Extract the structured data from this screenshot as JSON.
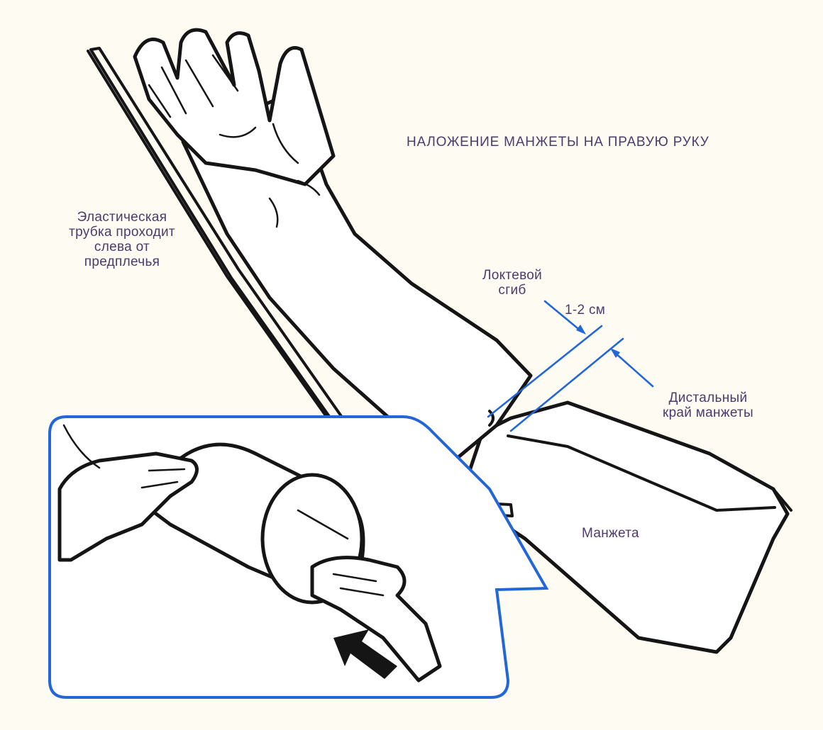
{
  "labels": {
    "title": "НАЛОЖЕНИЕ МАНЖЕТЫ НА ПРАВУЮ РУКУ",
    "tube": "Эластическая\nтрубка проходит\nслева от\nпредплечья",
    "elbow_bend": "Локтевой\nсгиб",
    "gap": "1-2 см",
    "distal_edge": "Дистальный\nкрай манжеты",
    "cuff": "Манжета"
  },
  "colors": {
    "background": "#fdfbf2",
    "text": "#4b3b6e",
    "accent_blue": "#2266d8",
    "ink": "#151515"
  },
  "icons": {
    "direction_arrow": "arrow-icon"
  }
}
